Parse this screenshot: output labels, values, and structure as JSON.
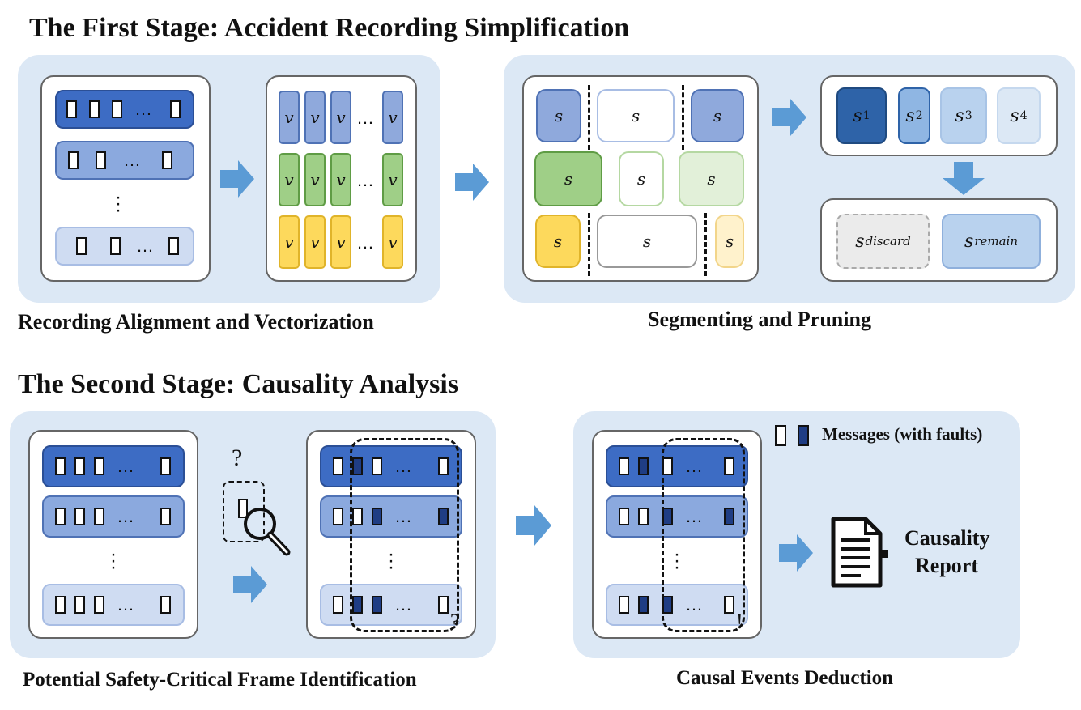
{
  "stage1": {
    "title": "The First Stage: Accident Recording Simplification",
    "caption_left": "Recording Alignment and Vectorization",
    "caption_right": "Segmenting and Pruning",
    "ellipsis": "…",
    "vector_label": "v",
    "segment_label": "s",
    "pruned_segments": [
      {
        "base": "s",
        "sub": "1"
      },
      {
        "base": "s",
        "sub": "2"
      },
      {
        "base": "s",
        "sub": "3"
      },
      {
        "base": "s",
        "sub": "4"
      }
    ],
    "discard": {
      "base": "s",
      "sub": "discard"
    },
    "remain": {
      "base": "s",
      "sub": "remain"
    }
  },
  "stage2": {
    "title": "The Second Stage: Causality Analysis",
    "caption_left": "Potential Safety-Critical Frame Identification",
    "caption_right": "Causal Events Deduction",
    "legend_label": "Messages (with faults)",
    "report_line1": "Causality",
    "report_line2": "Report",
    "ellipsis": "…",
    "question_mark": "?",
    "exclamation": "!"
  },
  "colors": {
    "panel": "#dce8f5",
    "dark_blue": "#3d6cc4",
    "mid_blue": "#8ba9de",
    "light_blue": "#cfdcf2",
    "green": "#9fcf87",
    "yellow": "#fdd95c",
    "arrow": "#5b9bd5",
    "fault": "#1f3d84"
  }
}
